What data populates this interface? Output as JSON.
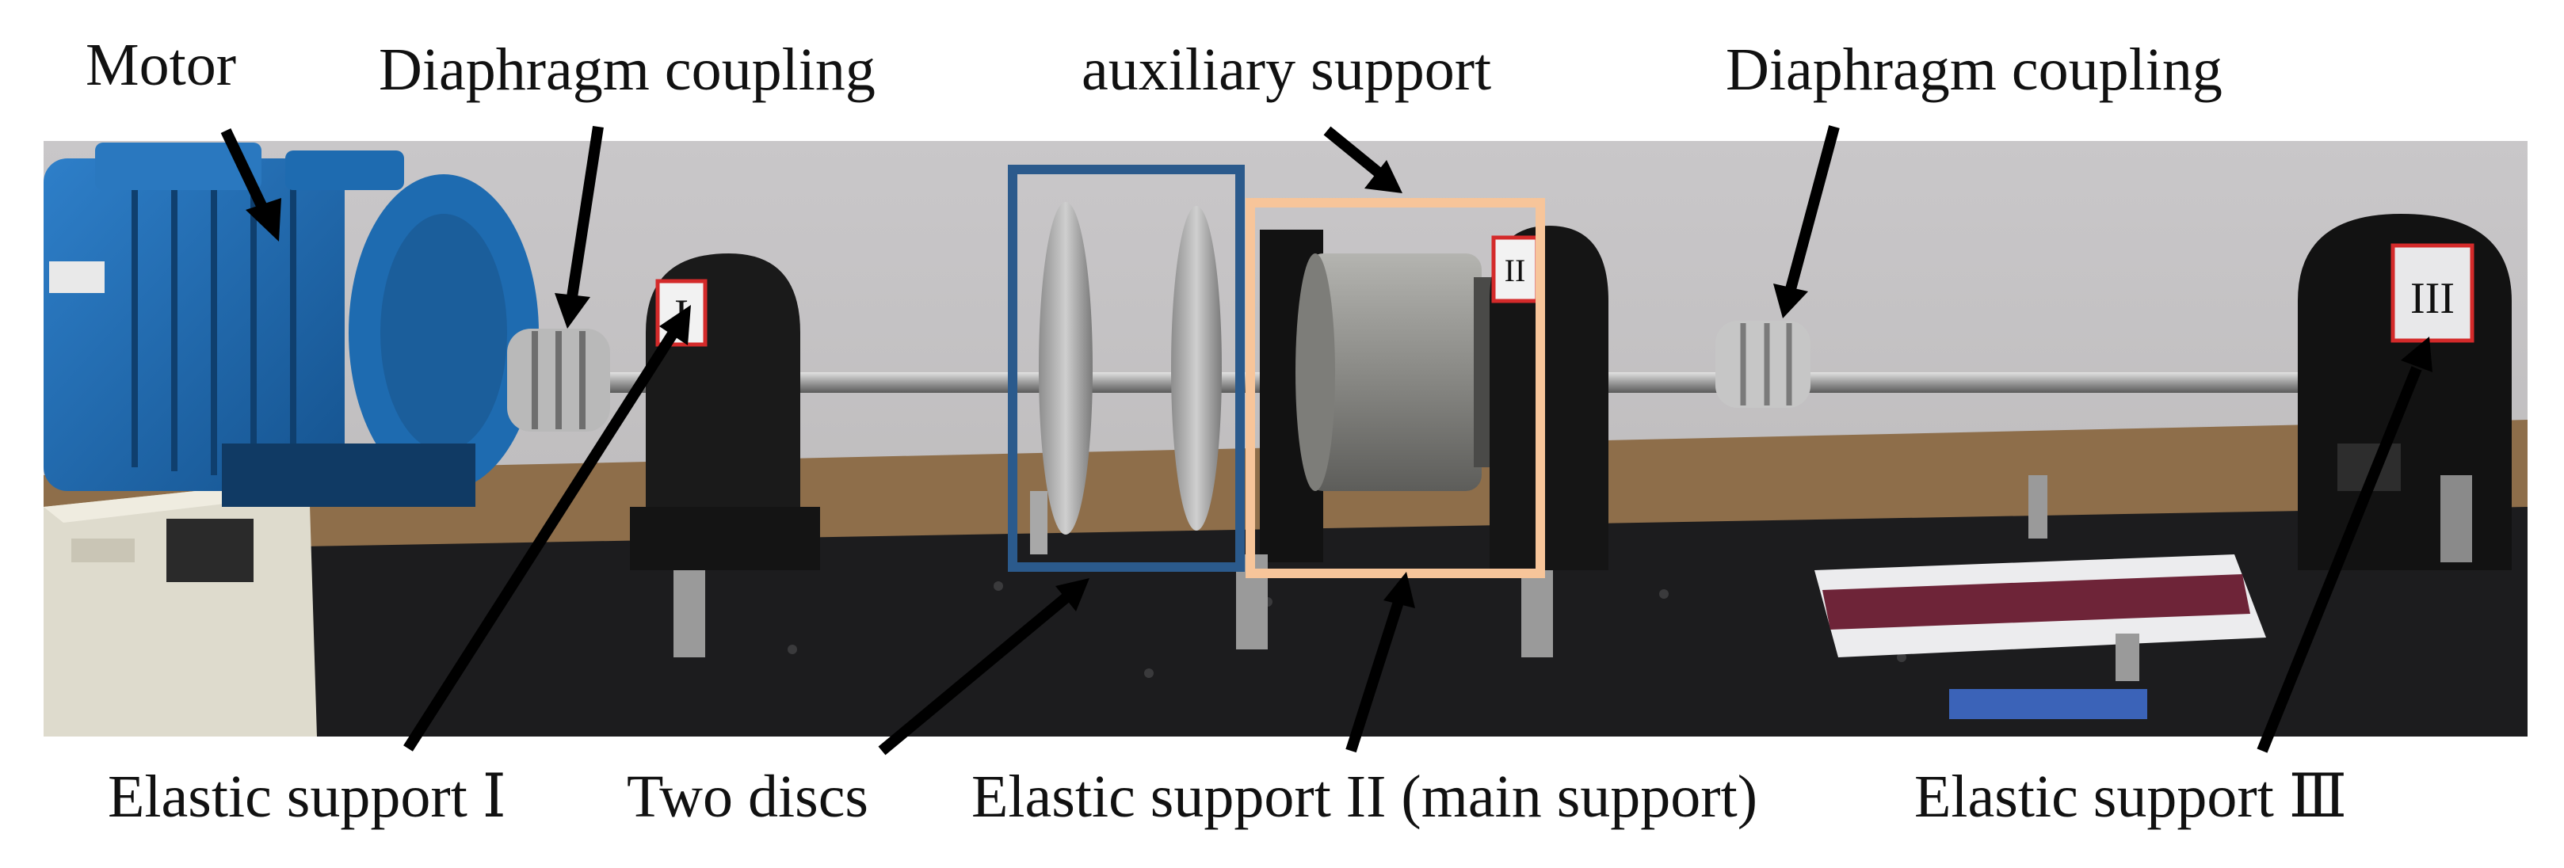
{
  "labels": {
    "motor": "Motor",
    "coupling_left": "Diaphragm coupling",
    "auxiliary_support": "auxiliary support",
    "coupling_right": "Diaphragm coupling",
    "elastic_support_1": "Elastic support Ⅰ",
    "two_discs": "Two discs",
    "elastic_support_2": "Elastic support II (main support)",
    "elastic_support_3": "Elastic support Ⅲ"
  },
  "support_marks": {
    "support_1": "I",
    "support_2": "II",
    "support_3": "III"
  },
  "highlight_colors": {
    "discs_box": "#2b5a8c",
    "auxiliary_box": "#f7c59a"
  }
}
